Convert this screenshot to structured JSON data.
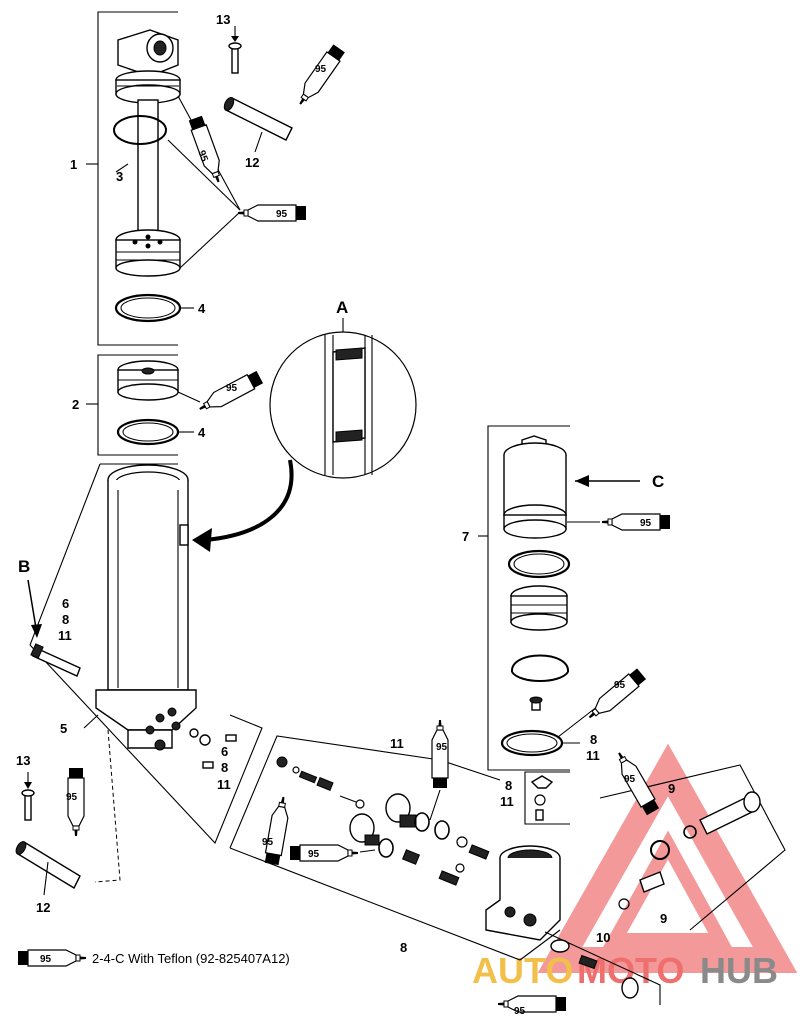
{
  "callouts": {
    "n1": "1",
    "n3": "3",
    "n13a": "13",
    "n12a": "12",
    "n4a": "4",
    "n2": "2",
    "n4b": "4",
    "A": "A",
    "B": "B",
    "C": "C",
    "n6a": "6",
    "n8a": "8",
    "n11a": "11",
    "n5": "5",
    "n6b": "6",
    "n8b": "8",
    "n11b": "11",
    "n13b": "13",
    "n12b": "12",
    "n7": "7",
    "n8c": "8",
    "n11c": "11",
    "n8d": "8",
    "n11d": "11",
    "n11e": "11",
    "n9a": "9",
    "n9b": "9",
    "n10": "10",
    "n8e": "8"
  },
  "sealant_tube_label": "95",
  "legend": {
    "tube_label": "95",
    "text": "2-4-C  With Teflon (92-825407A12)"
  },
  "watermark": {
    "part1": "AUTO",
    "part2": "MOTO",
    "part3": "HUB",
    "colors": {
      "auto": "#f2c04a",
      "moto": "#ef6f6f",
      "hub": "#8a8a8a",
      "logo": "#f08080"
    }
  }
}
